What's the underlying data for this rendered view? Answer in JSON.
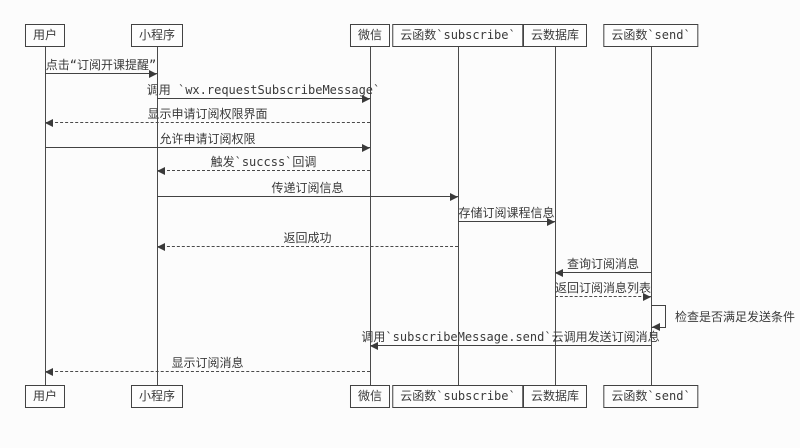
{
  "diagram": {
    "type": "sequence-diagram",
    "colors": {
      "background": "#fcfcfc",
      "line": "#424242",
      "text": "#3a3a3a",
      "box_background": "#fdfdfd"
    },
    "participants": [
      {
        "id": "user",
        "label": "用户"
      },
      {
        "id": "miniprogram",
        "label": "小程序"
      },
      {
        "id": "wechat",
        "label": "微信"
      },
      {
        "id": "subscribe",
        "label": "云函数`subscribe`"
      },
      {
        "id": "database",
        "label": "云数据库"
      },
      {
        "id": "send",
        "label": "云函数`send`"
      }
    ],
    "messages": [
      {
        "from": "user",
        "to": "miniprogram",
        "style": "solid",
        "label": "点击“订阅开课提醒”"
      },
      {
        "from": "miniprogram",
        "to": "wechat",
        "style": "solid",
        "label": "调用 `wx.requestSubscribeMessage`"
      },
      {
        "from": "wechat",
        "to": "user",
        "style": "dashed",
        "label": "显示申请订阅权限界面"
      },
      {
        "from": "user",
        "to": "wechat",
        "style": "solid",
        "label": "允许申请订阅权限"
      },
      {
        "from": "wechat",
        "to": "miniprogram",
        "style": "dashed",
        "label": "触发`succss`回调"
      },
      {
        "from": "miniprogram",
        "to": "subscribe",
        "style": "solid",
        "label": "传递订阅信息"
      },
      {
        "from": "subscribe",
        "to": "database",
        "style": "solid",
        "label": "存储订阅课程信息"
      },
      {
        "from": "subscribe",
        "to": "miniprogram",
        "style": "dashed",
        "label": "返回成功"
      },
      {
        "from": "send",
        "to": "database",
        "style": "solid",
        "label": "查询订阅消息"
      },
      {
        "from": "database",
        "to": "send",
        "style": "dashed",
        "label": "返回订阅消息列表"
      },
      {
        "from": "send",
        "to": "send",
        "style": "self",
        "label": "检查是否满足发送条件"
      },
      {
        "from": "send",
        "to": "wechat",
        "style": "solid",
        "label": "调用`subscribeMessage.send`云调用发送订阅消息"
      },
      {
        "from": "wechat",
        "to": "user",
        "style": "dashed",
        "label": "显示订阅消息"
      }
    ]
  }
}
